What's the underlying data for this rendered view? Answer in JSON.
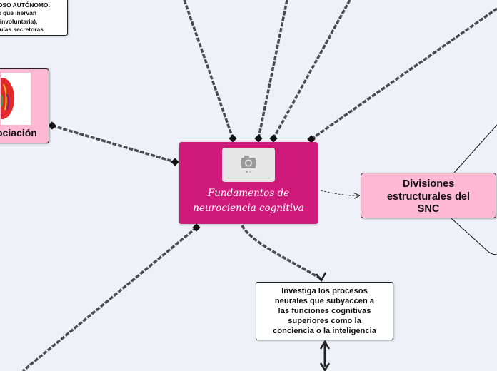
{
  "central": {
    "title_line1": "Fundamentos de",
    "title_line2": "neurociencia cognitiva"
  },
  "divisiones": {
    "line1": "Divisiones",
    "line2": "estructurales del",
    "line3": "SNC"
  },
  "asociacion": {
    "label": "ociación"
  },
  "investiga": {
    "line1": "Investiga los procesos",
    "line2": "neurales que subyaccen a",
    "line3": "las funciones cognitivas",
    "line4": "superiores como la",
    "line5": "conciencia o la inteligencia"
  },
  "autonomo": {
    "line1": "OSO AUTÓNOMO:",
    "line2": "s que inervan",
    "line3": "(involuntaria),",
    "line4": "lulas secretoras"
  },
  "colors": {
    "central_fill": "#cf1a7c",
    "topic_fill": "#ffb8d2",
    "background": "#eef1f8",
    "connector": "#4a4a52"
  },
  "icons": {
    "image_placeholder": "camera-icon",
    "asociacion_image": "brain-icon"
  }
}
